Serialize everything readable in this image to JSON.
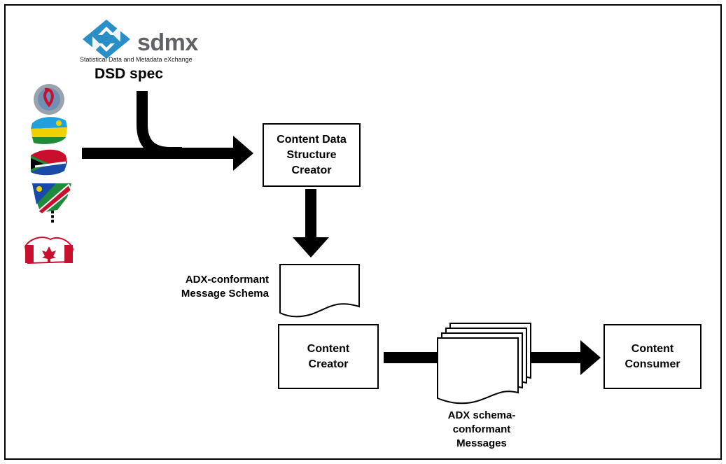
{
  "logo": {
    "name": "sdmx",
    "subtitle": "Statistical Data and Metadata eXchange",
    "spec_label": "DSD spec",
    "color_primary": "#2b8fc7",
    "color_text": "#5f6266"
  },
  "boxes": {
    "structure_creator": "Content Data Structure Creator",
    "content_creator": "Content Creator",
    "content_consumer": "Content Consumer"
  },
  "labels": {
    "message_schema": "ADX-conformant Message Schema",
    "messages": "ADX schema-conformant Messages"
  },
  "sources": {
    "ellipsis": "⋮",
    "items": [
      "un-aids-emblem-icon",
      "rwanda-flag-map-icon",
      "south-africa-flag-map-icon",
      "namibia-flag-map-icon",
      "canada-flag-map-icon"
    ]
  }
}
